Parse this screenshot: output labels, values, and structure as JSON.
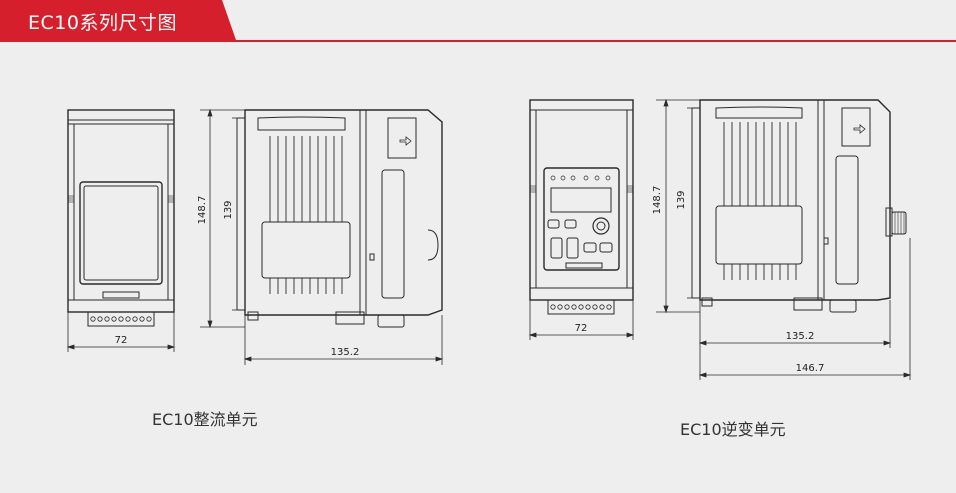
{
  "header": {
    "title": "EC10系列尺寸图"
  },
  "colors": {
    "accent": "#d61f2c",
    "line": "#2a2a2a",
    "background": "#eeeeee"
  },
  "rectifier": {
    "caption": "EC10整流单元",
    "dims": {
      "front_width": "72",
      "side_depth": "135.2",
      "height_total": "148.7",
      "height_body": "139"
    }
  },
  "inverter": {
    "caption": "EC10逆变单元",
    "dims": {
      "front_width": "72",
      "side_depth": "135.2",
      "overall_depth": "146.7",
      "height_total": "148.7",
      "height_body": "139"
    },
    "keypad_icons": [
      "run-icon",
      "stop-icon",
      "up-arrow-icon",
      "down-arrow-icon",
      "knob-icon"
    ]
  }
}
